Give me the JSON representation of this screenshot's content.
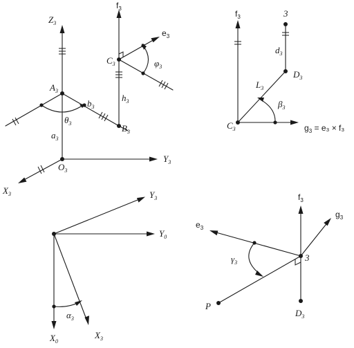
{
  "panel_tl": {
    "Z": {
      "base": "Z",
      "sub": "3"
    },
    "f": {
      "base": "f",
      "sub": "3"
    },
    "C": {
      "base": "C",
      "sub": "3"
    },
    "e": {
      "base": "e",
      "sub": "3"
    },
    "phi": {
      "base": "φ",
      "sub": "3"
    },
    "A": {
      "base": "A",
      "sub": "3"
    },
    "b": {
      "base": "b",
      "sub": "3"
    },
    "h": {
      "base": "h",
      "sub": "3"
    },
    "theta": {
      "base": "θ",
      "sub": "3"
    },
    "B": {
      "base": "B",
      "sub": "3"
    },
    "a": {
      "base": "a",
      "sub": "3"
    },
    "O": {
      "base": "O",
      "sub": "3"
    },
    "Y": {
      "base": "Y",
      "sub": "3"
    },
    "X": {
      "base": "X",
      "sub": "3"
    }
  },
  "panel_tr": {
    "f": {
      "base": "f",
      "sub": "3"
    },
    "three": "3",
    "d": {
      "base": "d",
      "sub": "3"
    },
    "D": {
      "base": "D",
      "sub": "3"
    },
    "L": {
      "base": "L",
      "sub": "3"
    },
    "beta": {
      "base": "β",
      "sub": "3"
    },
    "C": {
      "base": "C",
      "sub": "3"
    },
    "g": {
      "base": "g",
      "sub": "3"
    },
    "g_equation": " = e₃ × f₃"
  },
  "panel_bl": {
    "Y3": {
      "base": "Y",
      "sub": "3"
    },
    "Y0": {
      "base": "Y",
      "sub": "0"
    },
    "alpha": {
      "base": "α",
      "sub": "3"
    },
    "X0": {
      "base": "X",
      "sub": "0"
    },
    "X3": {
      "base": "X",
      "sub": "3"
    }
  },
  "panel_br": {
    "f": {
      "base": "f",
      "sub": "3"
    },
    "g": {
      "base": "g",
      "sub": "3"
    },
    "e": {
      "base": "e",
      "sub": "3"
    },
    "gamma": {
      "base": "γ",
      "sub": "3"
    },
    "three": "3",
    "P": "P",
    "D": {
      "base": "D",
      "sub": "3"
    }
  }
}
